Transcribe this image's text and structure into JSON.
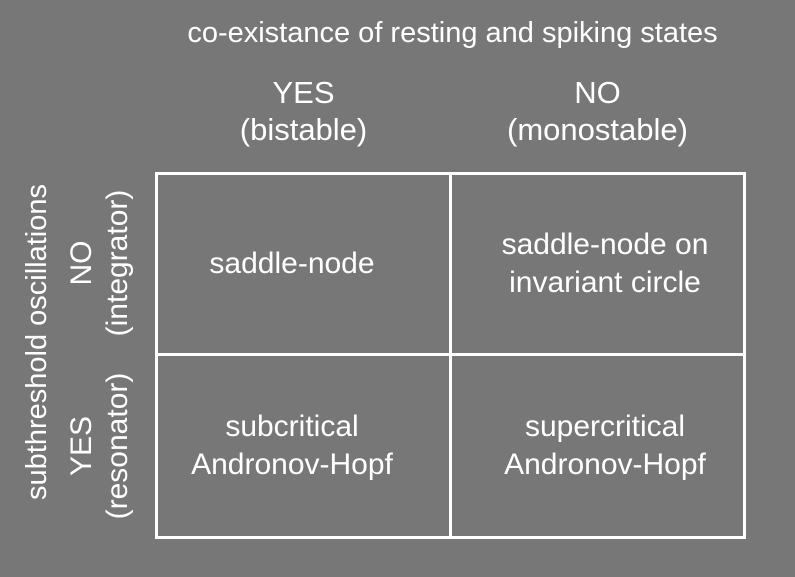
{
  "title": "co-existance of resting and spiking states",
  "columns": [
    {
      "answer": "YES",
      "sub": "(bistable)"
    },
    {
      "answer": "NO",
      "sub": "(monostable)"
    }
  ],
  "row_axis_title": "subthreshold oscillations",
  "rows": [
    {
      "answer": "NO",
      "sub": "(integrator)"
    },
    {
      "answer": "YES",
      "sub": "(resonator)"
    }
  ],
  "cells": {
    "no_yes": {
      "line1": "saddle-node"
    },
    "no_no": {
      "line1": "saddle-node on",
      "line2": "invariant circle"
    },
    "yes_yes": {
      "line1": "subcritical",
      "line2": "Andronov-Hopf"
    },
    "yes_no": {
      "line1": "supercritical",
      "line2": "Andronov-Hopf"
    }
  },
  "colors": {
    "background": "#777777",
    "foreground": "#ffffff"
  }
}
